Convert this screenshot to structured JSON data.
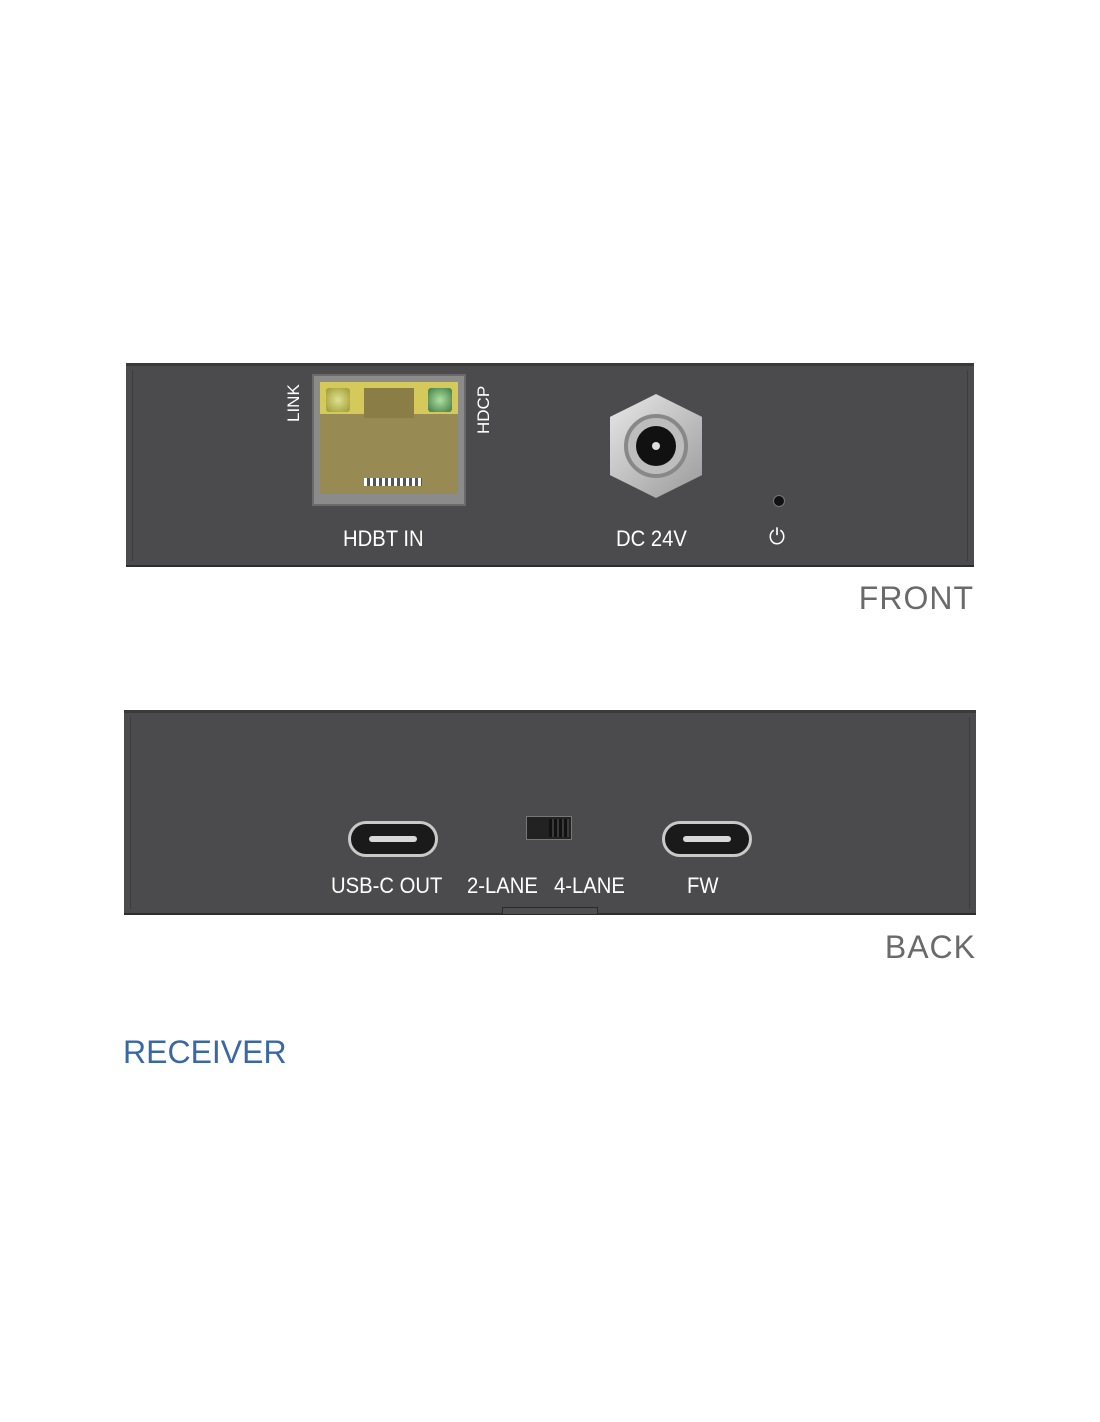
{
  "front": {
    "caption": "FRONT",
    "led_link": "LINK",
    "led_hdcp": "HDCP",
    "hdbt_label": "HDBT IN",
    "dc_label": "DC 24V",
    "power_icon": "⏻"
  },
  "back": {
    "caption": "BACK",
    "usbc_label": "USB-C OUT",
    "lane2_label": "2-LANE",
    "lane4_label": "4-LANE",
    "fw_label": "FW"
  },
  "title": "RECEIVER",
  "colors": {
    "panel": "#4b4b4d",
    "title": "#3a68a6",
    "caption": "#6a6a6a"
  }
}
